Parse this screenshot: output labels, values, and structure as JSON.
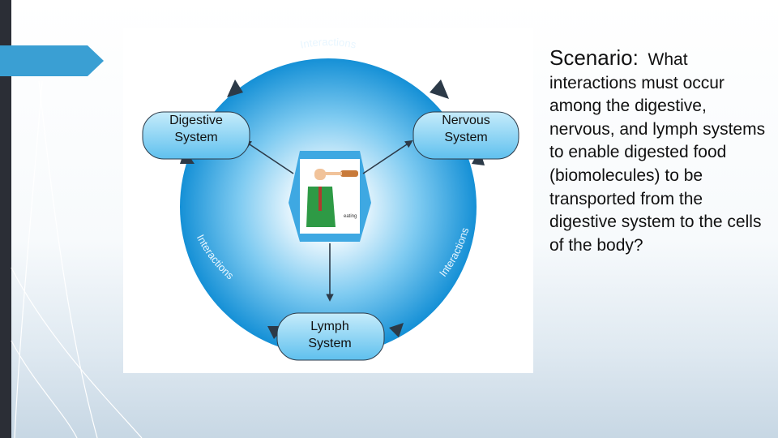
{
  "diagram": {
    "arc_label": "Interactions",
    "nodes": {
      "digestive": [
        "Digestive",
        "System"
      ],
      "nervous": [
        "Nervous",
        "System"
      ],
      "lymph": [
        "Lymph",
        "System"
      ]
    },
    "center_caption": "eating"
  },
  "scenario": {
    "heading": "Scenario:",
    "lead_word": "What",
    "body": "interactions must occur among the digestive, nervous, and lymph systems to enable digested food (biomolecules) to be transported from the digestive system to the cells of the body?"
  },
  "colors": {
    "circle_light": "#e6f5fd",
    "circle_dark": "#1590d6",
    "node_fill": "#8ad3f5",
    "arrow": "#2c3a48",
    "sidebar": "#2b2e36",
    "accent_tab": "#3a9fd3"
  }
}
